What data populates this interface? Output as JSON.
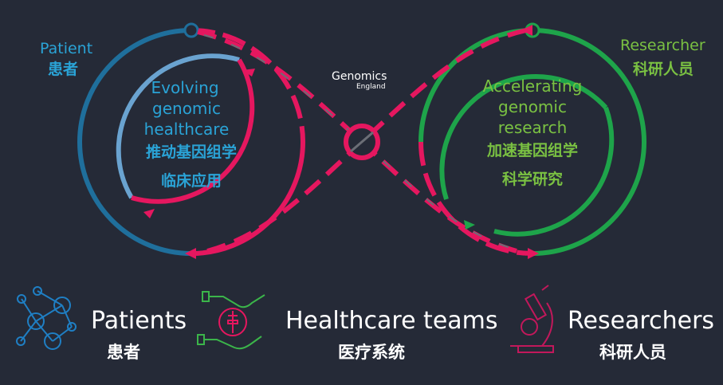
{
  "colors": {
    "background": "#252a37",
    "patient_blue": "#2aa3d6",
    "patient_blue_dark": "#1f6f9c",
    "patient_blue_light": "#6aa3d0",
    "pink": "#e5175f",
    "research_green": "#1ea44a",
    "research_green_light": "#7ac142",
    "grey_dash": "#6b6e76"
  },
  "left_loop": {
    "role_en": "Patient",
    "role_zh": "患者",
    "title_lines": [
      "Evolving",
      "genomic",
      "healthcare"
    ],
    "title_zh_lines": [
      "推动基因组学",
      "临床应用"
    ]
  },
  "right_loop": {
    "role_en": "Researcher",
    "role_zh": "科研人员",
    "title_lines": [
      "Accelerating",
      "genomic",
      "research"
    ],
    "title_zh_lines": [
      "加速基因组学",
      "科学研究"
    ]
  },
  "logo": {
    "name": "Genomics",
    "sub": "England"
  },
  "legend": [
    {
      "icon": "network-people-icon",
      "label": "Patients",
      "label_zh": "患者"
    },
    {
      "icon": "hands-medical-cross-icon",
      "label": "Healthcare teams",
      "label_zh": "医疗系统"
    },
    {
      "icon": "microscope-icon",
      "label": "Researchers",
      "label_zh": "科研人员"
    }
  ]
}
